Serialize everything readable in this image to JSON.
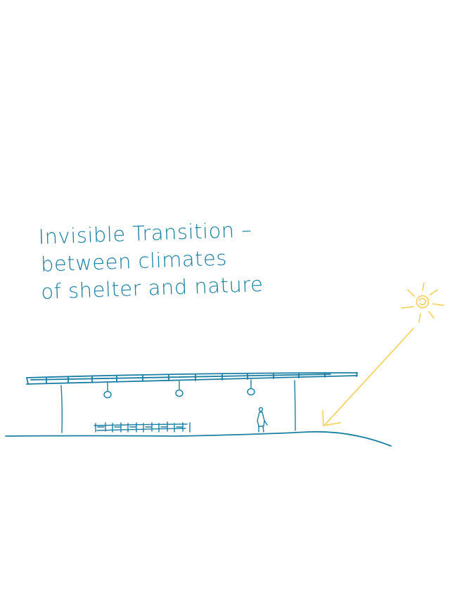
{
  "caption": {
    "lines": [
      "Invisible Transition –",
      "between climates",
      "of shelter and nature"
    ]
  },
  "colors": {
    "ink_blue": "#1a7fa3",
    "sun_yellow": "#f5d463",
    "background": "#ffffff"
  },
  "elements": {
    "sun": "sun-icon",
    "arrow": "sunlight-arrow",
    "roof": "roof-canopy",
    "figure": "person-figure"
  }
}
